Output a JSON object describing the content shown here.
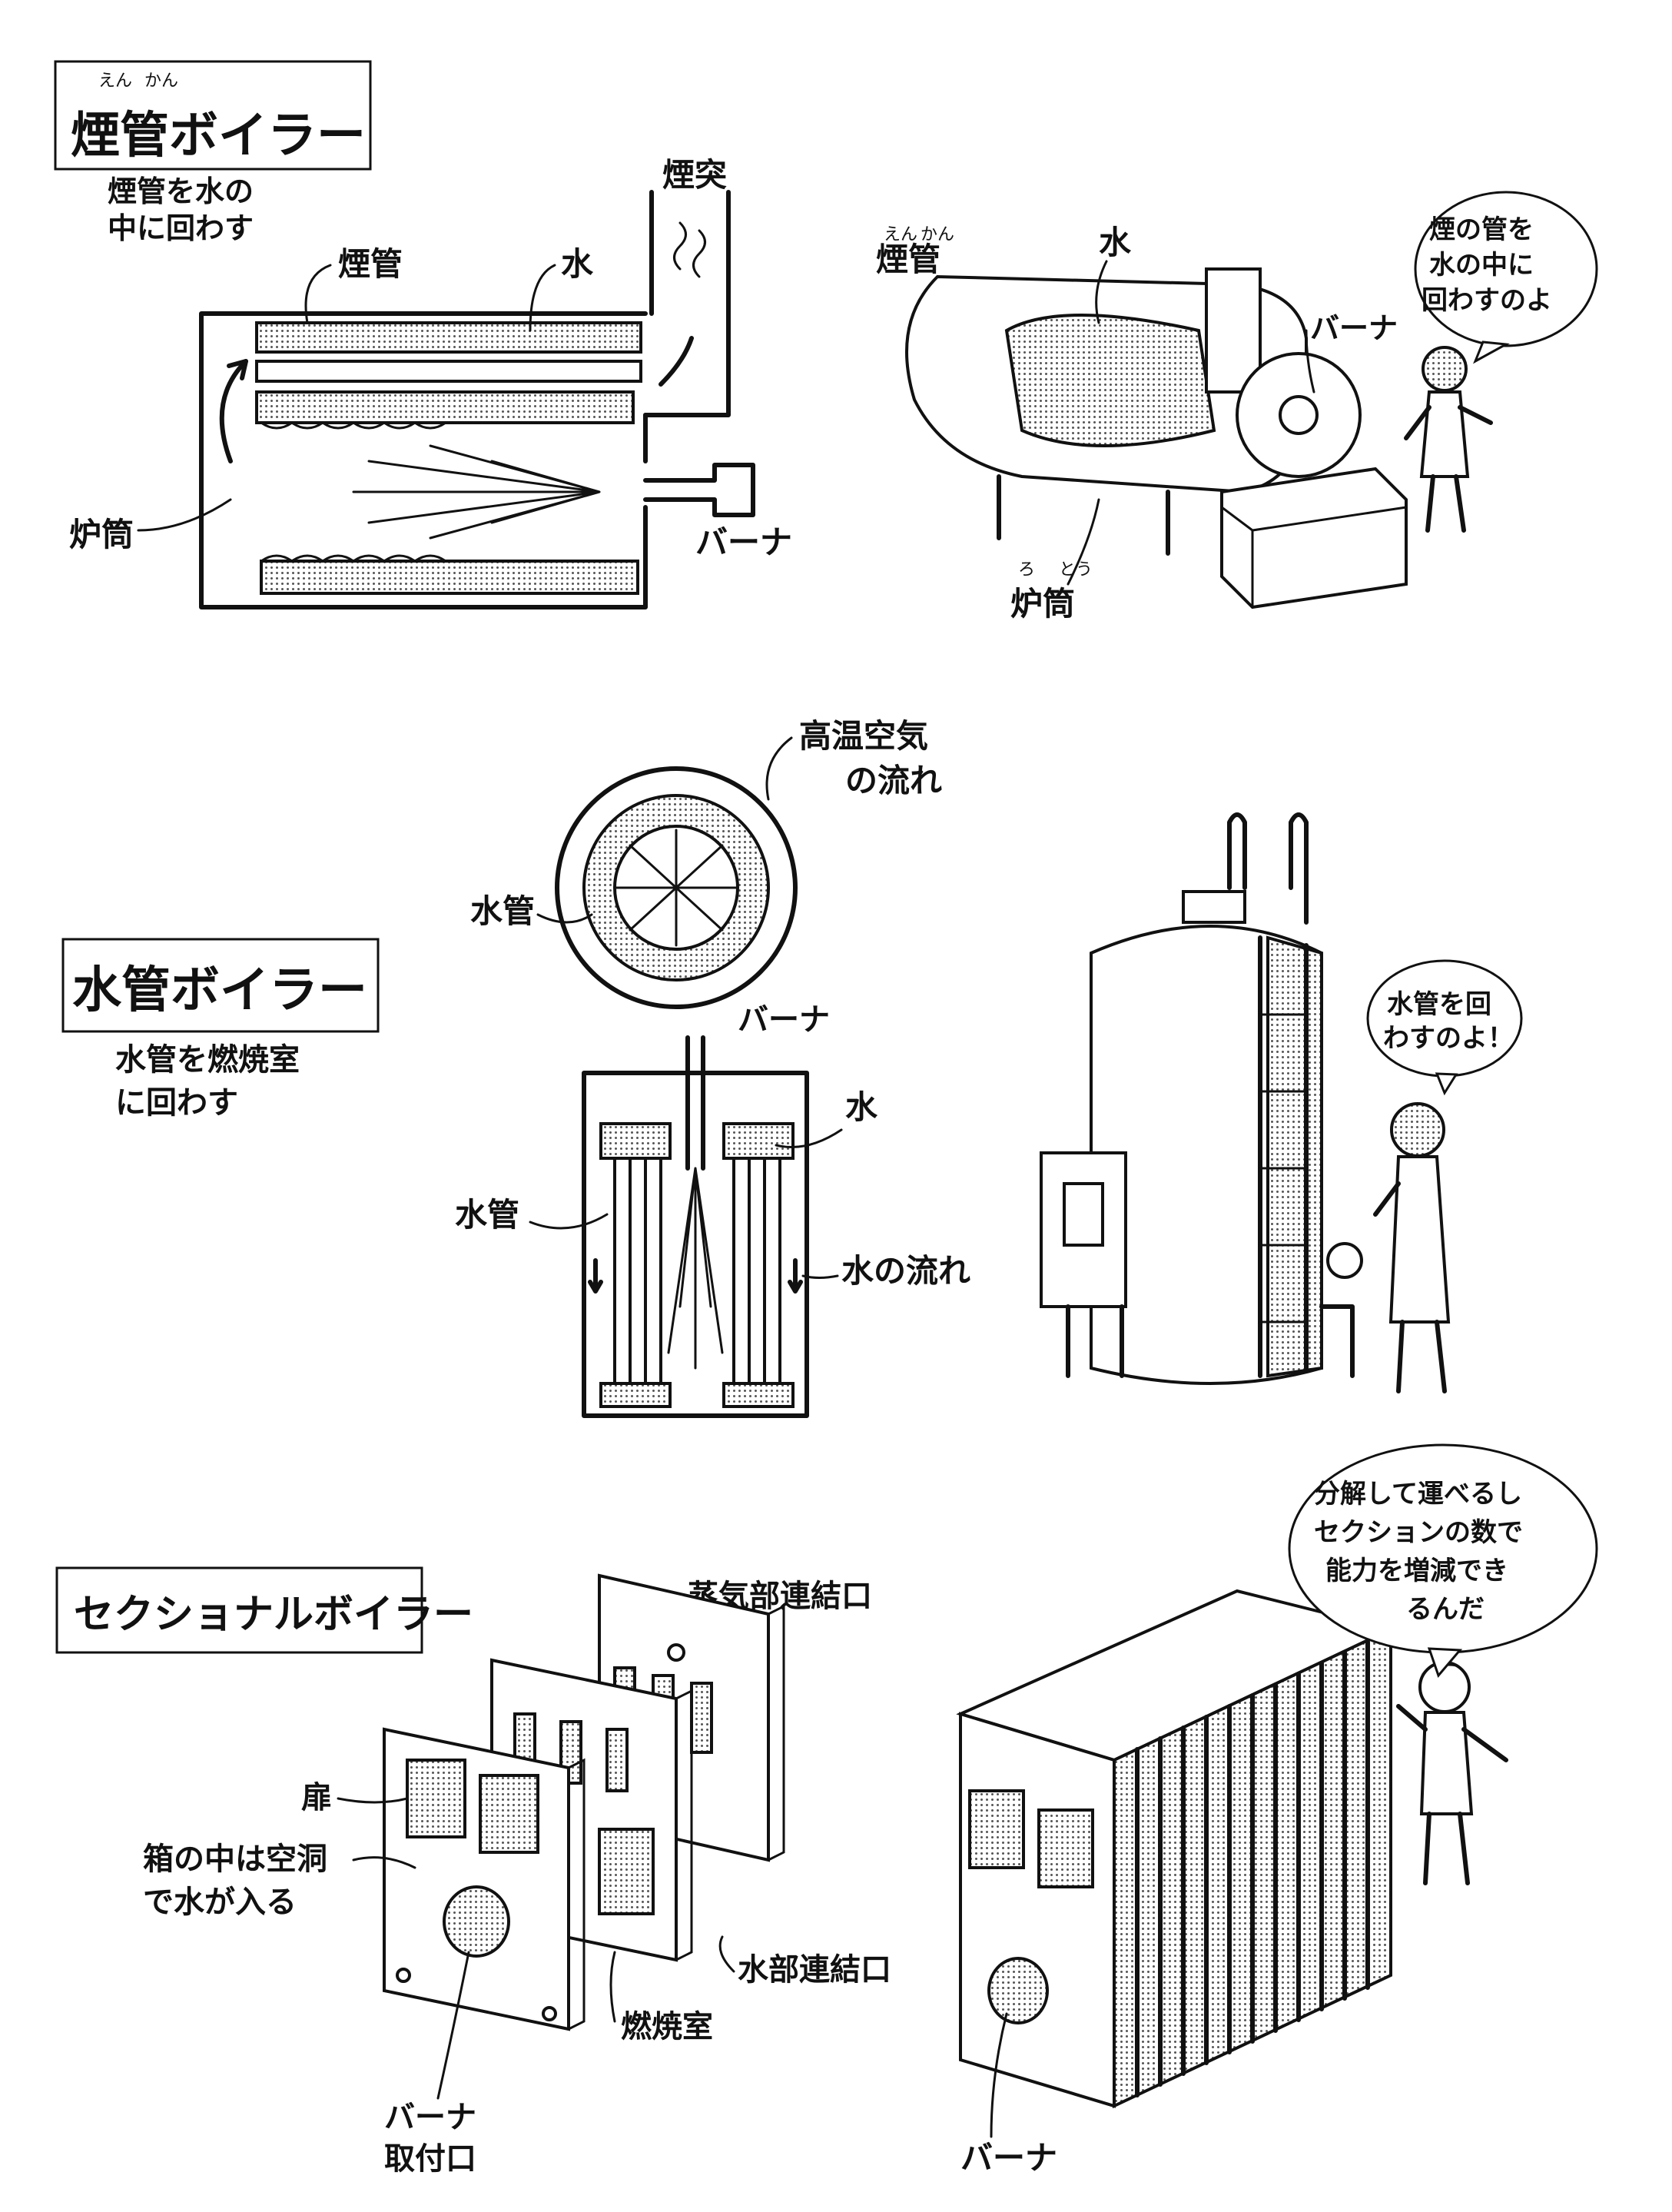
{
  "colors": {
    "ink": "#111111",
    "paper": "#ffffff",
    "screentone": "#9a9a9a"
  },
  "fire_tube": {
    "title": "煙管ボイラー",
    "title_ruby_1": "えん",
    "title_ruby_2": "かん",
    "subtitle_line1": "煙管を水の",
    "subtitle_line2": "中に回わす",
    "label_chimney": "煙突",
    "label_flue": "煙管",
    "label_water": "水",
    "label_furnace": "炉筒",
    "label_burner": "バーナ",
    "p_label_flue": "煙管",
    "p_ruby_flue_1": "えん",
    "p_ruby_flue_2": "かん",
    "p_label_water": "水",
    "p_label_burner": "バーナ",
    "p_label_furnace": "炉筒",
    "p_ruby_furnace_1": "ろ",
    "p_ruby_furnace_2": "とう",
    "bubble_line1": "煙の管を",
    "bubble_line2": "水の中に",
    "bubble_line3": "回わすのよ"
  },
  "water_tube": {
    "title": "水管ボイラー",
    "subtitle_line1": "水管を燃焼室",
    "subtitle_line2": "に回わす",
    "label_hot_air_1": "高温空気",
    "label_hot_air_2": "の流れ",
    "label_water_tube_top": "水管",
    "label_burner": "バーナ",
    "label_water": "水",
    "label_water_tube": "水管",
    "label_water_flow": "水の流れ",
    "bubble_line1": "水管を回",
    "bubble_line2": "わすのよ！"
  },
  "sectional": {
    "title": "セクショナルボイラー",
    "label_steam_port": "蒸気部連結口",
    "label_door": "扉",
    "label_hollow_1": "箱の中は空洞",
    "label_hollow_2": "で水が入る",
    "label_water_port": "水部連結口",
    "label_combustion": "燃焼室",
    "label_burner_mount_1": "バーナ",
    "label_burner_mount_2": "取付口",
    "label_burner": "バーナ",
    "bubble_line1": "分解して運べるし",
    "bubble_line2": "セクションの数で",
    "bubble_line3": "能力を増減でき",
    "bubble_line4": "るんだ"
  }
}
